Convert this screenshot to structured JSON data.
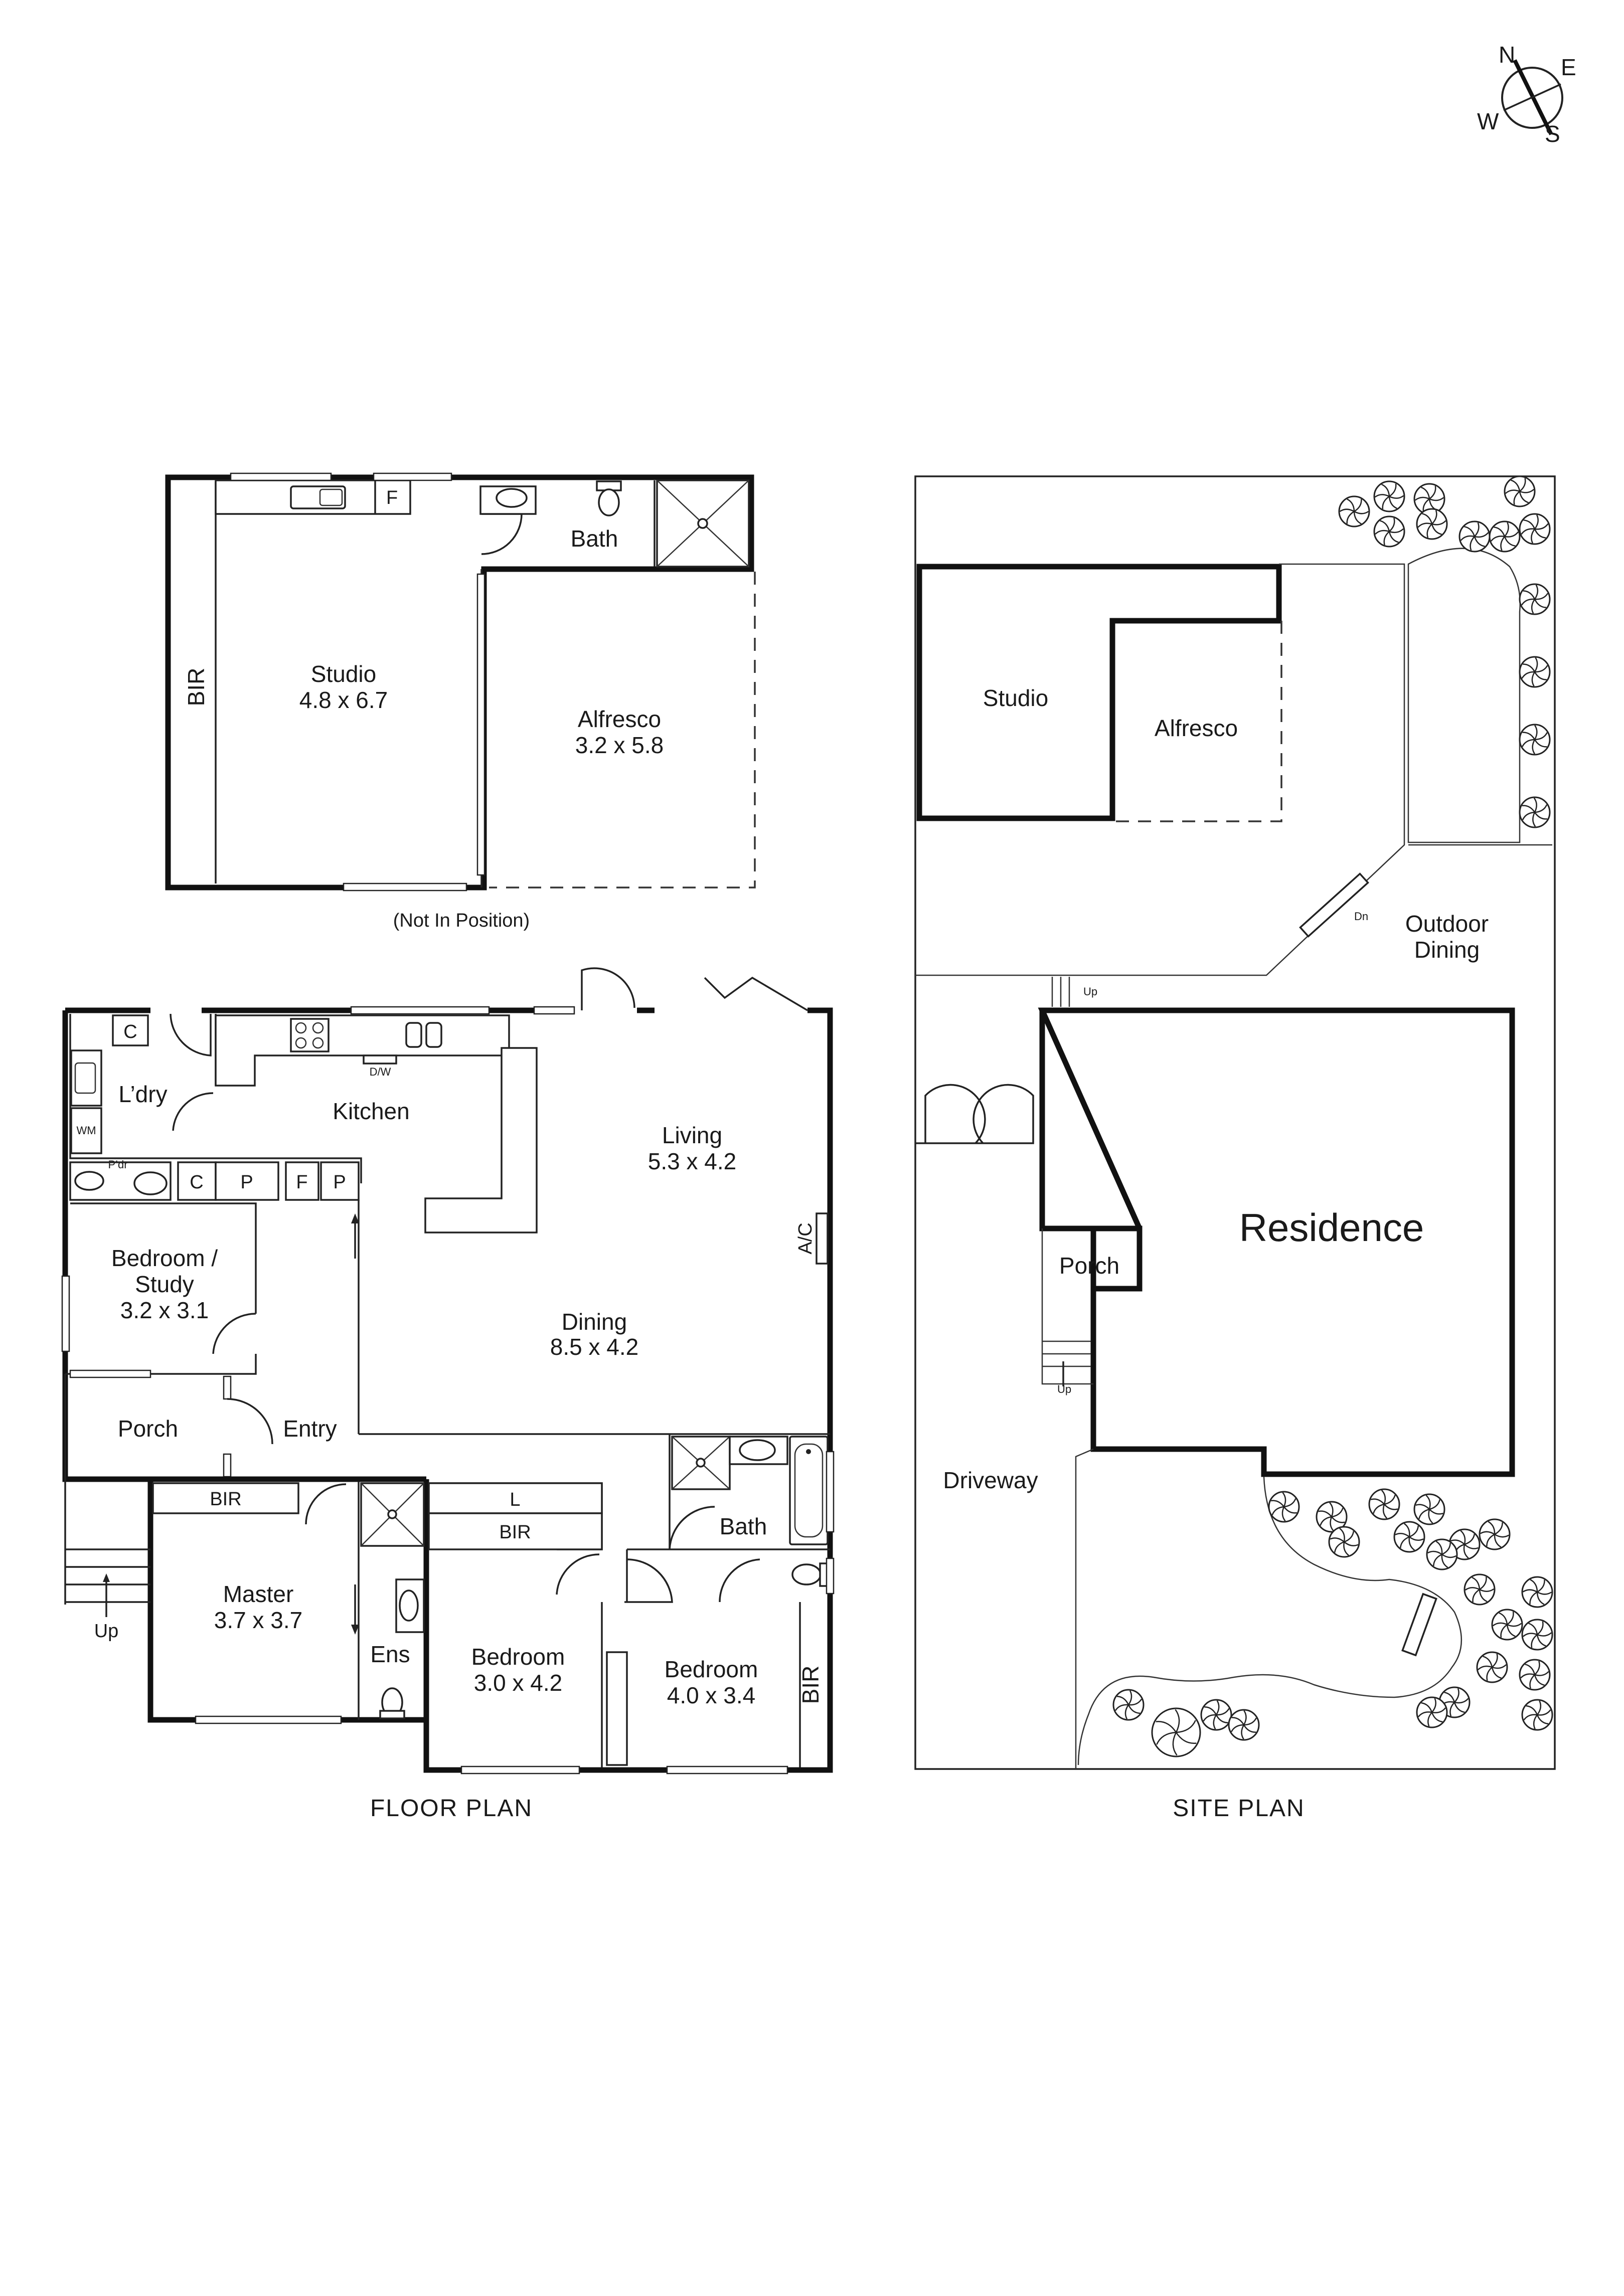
{
  "compass": {
    "n": "N",
    "e": "E",
    "s": "S",
    "w": "W"
  },
  "studio": {
    "name": "Studio",
    "size": "4.8 x 6.7",
    "bir": "BIR",
    "f": "F",
    "bath": "Bath",
    "alfresco_name": "Alfresco",
    "alfresco_size": "3.2 x 5.8",
    "note": "(Not In Position)"
  },
  "floor_plan": {
    "title": "FLOOR PLAN",
    "rooms": {
      "c_laundry": "C",
      "laundry": "L’dry",
      "wm": "WM",
      "pdr": "P’dr",
      "kitchen": "Kitchen",
      "dw": "D/W",
      "c2": "C",
      "p1": "P",
      "f": "F",
      "p2": "P",
      "living_name": "Living",
      "living_size": "5.3 x 4.2",
      "ac": "A/C",
      "dining_name": "Dining",
      "dining_size": "8.5 x 4.2",
      "bedroom_study_line1": "Bedroom /",
      "bedroom_study_line2": "Study",
      "bedroom_study_size": "3.2 x 3.1",
      "porch": "Porch",
      "entry": "Entry",
      "up": "Up",
      "master_bir": "BIR",
      "master_name": "Master",
      "master_size": "3.7 x 3.7",
      "ens": "Ens",
      "linen": "L",
      "bed2_bir": "BIR",
      "bed2_name": "Bedroom",
      "bed2_size": "3.0 x 4.2",
      "bath": "Bath",
      "bed3_name": "Bedroom",
      "bed3_size": "4.0 x 3.4",
      "bed3_bir": "BIR"
    }
  },
  "site_plan": {
    "title": "SITE PLAN",
    "studio": "Studio",
    "alfresco": "Alfresco",
    "outdoor_line1": "Outdoor",
    "outdoor_line2": "Dining",
    "dn": "Dn",
    "up_top": "Up",
    "residence": "Residence",
    "porch": "Porch",
    "up_porch": "Up",
    "driveway": "Driveway"
  }
}
